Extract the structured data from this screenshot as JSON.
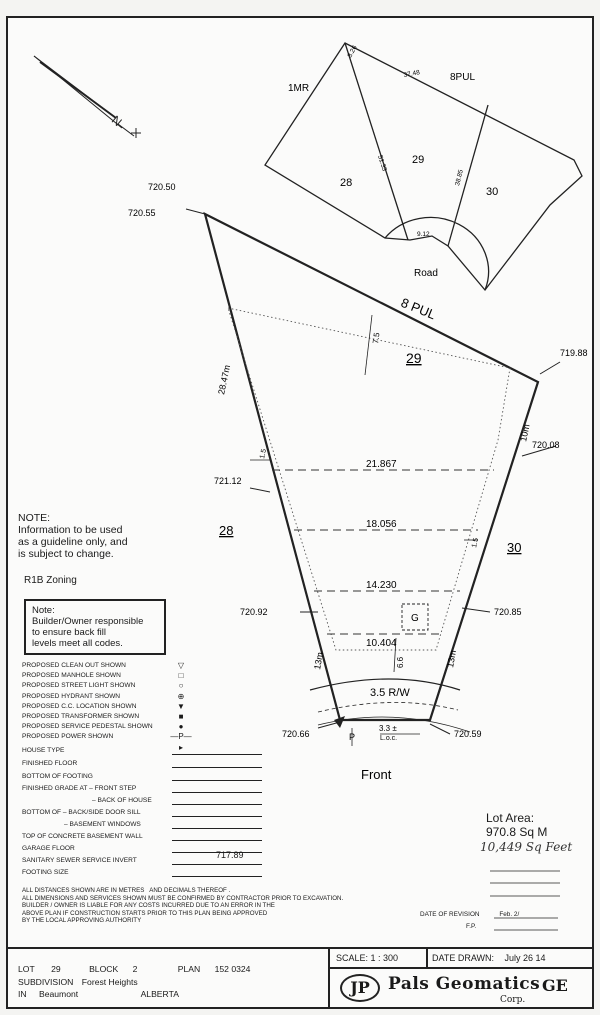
{
  "lots": {
    "mr": "1MR",
    "pul_top": "8PUL",
    "l28_top": "28",
    "l29_top": "29",
    "l30_top": "30",
    "road": "Road",
    "pul_main": "8 PUL",
    "l29_main": "29",
    "l28_side": "28",
    "l30_side": "30"
  },
  "dims": {
    "d326": "3.26",
    "d3748": "37.48",
    "d5133": "51.33",
    "d3885": "38.85",
    "d912": "9.12",
    "setback_rear": "7.5",
    "left_side": "28.47m",
    "side_setback_l": "1.5",
    "side_setback_r": "1.5",
    "right_side": "10m",
    "w1": "21.867",
    "w2": "18.056",
    "w3": "14.230",
    "w4": "10.404",
    "front_setback": "6.6",
    "left_13": "13m",
    "right_13": "13m",
    "rw": "3.5 R/W",
    "loc": "3.3 ±",
    "loc2": "L.o.c.",
    "front": "Front",
    "garage": "G"
  },
  "elevations": {
    "e72050": "720.50",
    "e72055": "720.55",
    "e71988": "719.88",
    "e72008": "720.08",
    "e72112": "721.12",
    "e72092": "720.92",
    "e72085": "720.85",
    "e72066": "720.66",
    "e72059": "720.59"
  },
  "note": {
    "text": "NOTE:\nInformation to be used\nas a guideline only, and\nis subject to change."
  },
  "zoning": "R1B Zoning",
  "boxnote": {
    "title": "Note:",
    "line1": "Builder/Owner responsible",
    "line2": "to ensure back fill",
    "line3": "levels meet all codes."
  },
  "legend": [
    {
      "label": "PROPOSED CLEAN OUT SHOWN",
      "symbol": "▽"
    },
    {
      "label": "PROPOSED MANHOLE SHOWN",
      "symbol": "□"
    },
    {
      "label": "PROPOSED STREET LIGHT SHOWN",
      "symbol": "○"
    },
    {
      "label": "PROPOSED HYDRANT SHOWN",
      "symbol": "⊕"
    },
    {
      "label": "PROPOSED C.C. LOCATION SHOWN",
      "symbol": "▼"
    },
    {
      "label": "PROPOSED TRANSFORMER SHOWN",
      "symbol": "■"
    },
    {
      "label": "PROPOSED SERVICE PEDESTAL SHOWN",
      "symbol": "●"
    },
    {
      "label": "PROPOSED POWER SHOWN",
      "symbol": "—P—▸"
    }
  ],
  "specs": [
    "HOUSE TYPE",
    "FINISHED FLOOR",
    "BOTTOM OF FOOTING",
    "FINISHED GRADE AT – FRONT STEP",
    "– BACK OF HOUSE",
    "BOTTOM OF – BACK/SIDE DOOR SILL",
    "– BASEMENT WINDOWS",
    "TOP OF CONCRETE BASEMENT WALL",
    "GARAGE FLOOR",
    "SANITARY SEWER SERVICE INVERT",
    "FOOTING SIZE"
  ],
  "sewer_value": "717.89",
  "disclaimer": "ALL DISTANCES SHOWN ARE IN METRES   AND DECIMALS THEREOF .\nALL DIMENSIONS AND SERVICES SHOWN MUST BE CONFIRMED BY CONTRACTOR PRIOR TO EXCAVATION.\nBUILDER / OWNER IS LIABLE FOR ANY COSTS INCURRED DUE TO AN ERROR IN THE\nABOVE PLAN IF CONSTRUCTION STARTS PRIOR TO THIS PLAN BEING APPROVED\nBY THE LOCAL APPROVING AUTHORITY",
  "lot_area": {
    "label": "Lot Area:",
    "value": "970.8  Sq M",
    "handwritten": "10,449 Sq Feet"
  },
  "revision": {
    "label": "DATE OF REVISION",
    "value": "Feb. 2/",
    "fp": "F.P."
  },
  "footer": {
    "lot_label": "LOT",
    "lot": "29",
    "block_label": "BLOCK",
    "block": "2",
    "plan_label": "PLAN",
    "plan": "152 0324",
    "subdivision_label": "SUBDIVISION",
    "subdivision": "Forest Heights",
    "in_label": "IN",
    "in": "Beaumont",
    "province": "ALBERTA",
    "scale": "SCALE:  1 : 300",
    "date_drawn_label": "DATE DRAWN:",
    "date_drawn": "July 26  14",
    "company_mark": "JP",
    "company": "Pals Geomatics",
    "corp": "Corp.",
    "seal": "GE"
  }
}
